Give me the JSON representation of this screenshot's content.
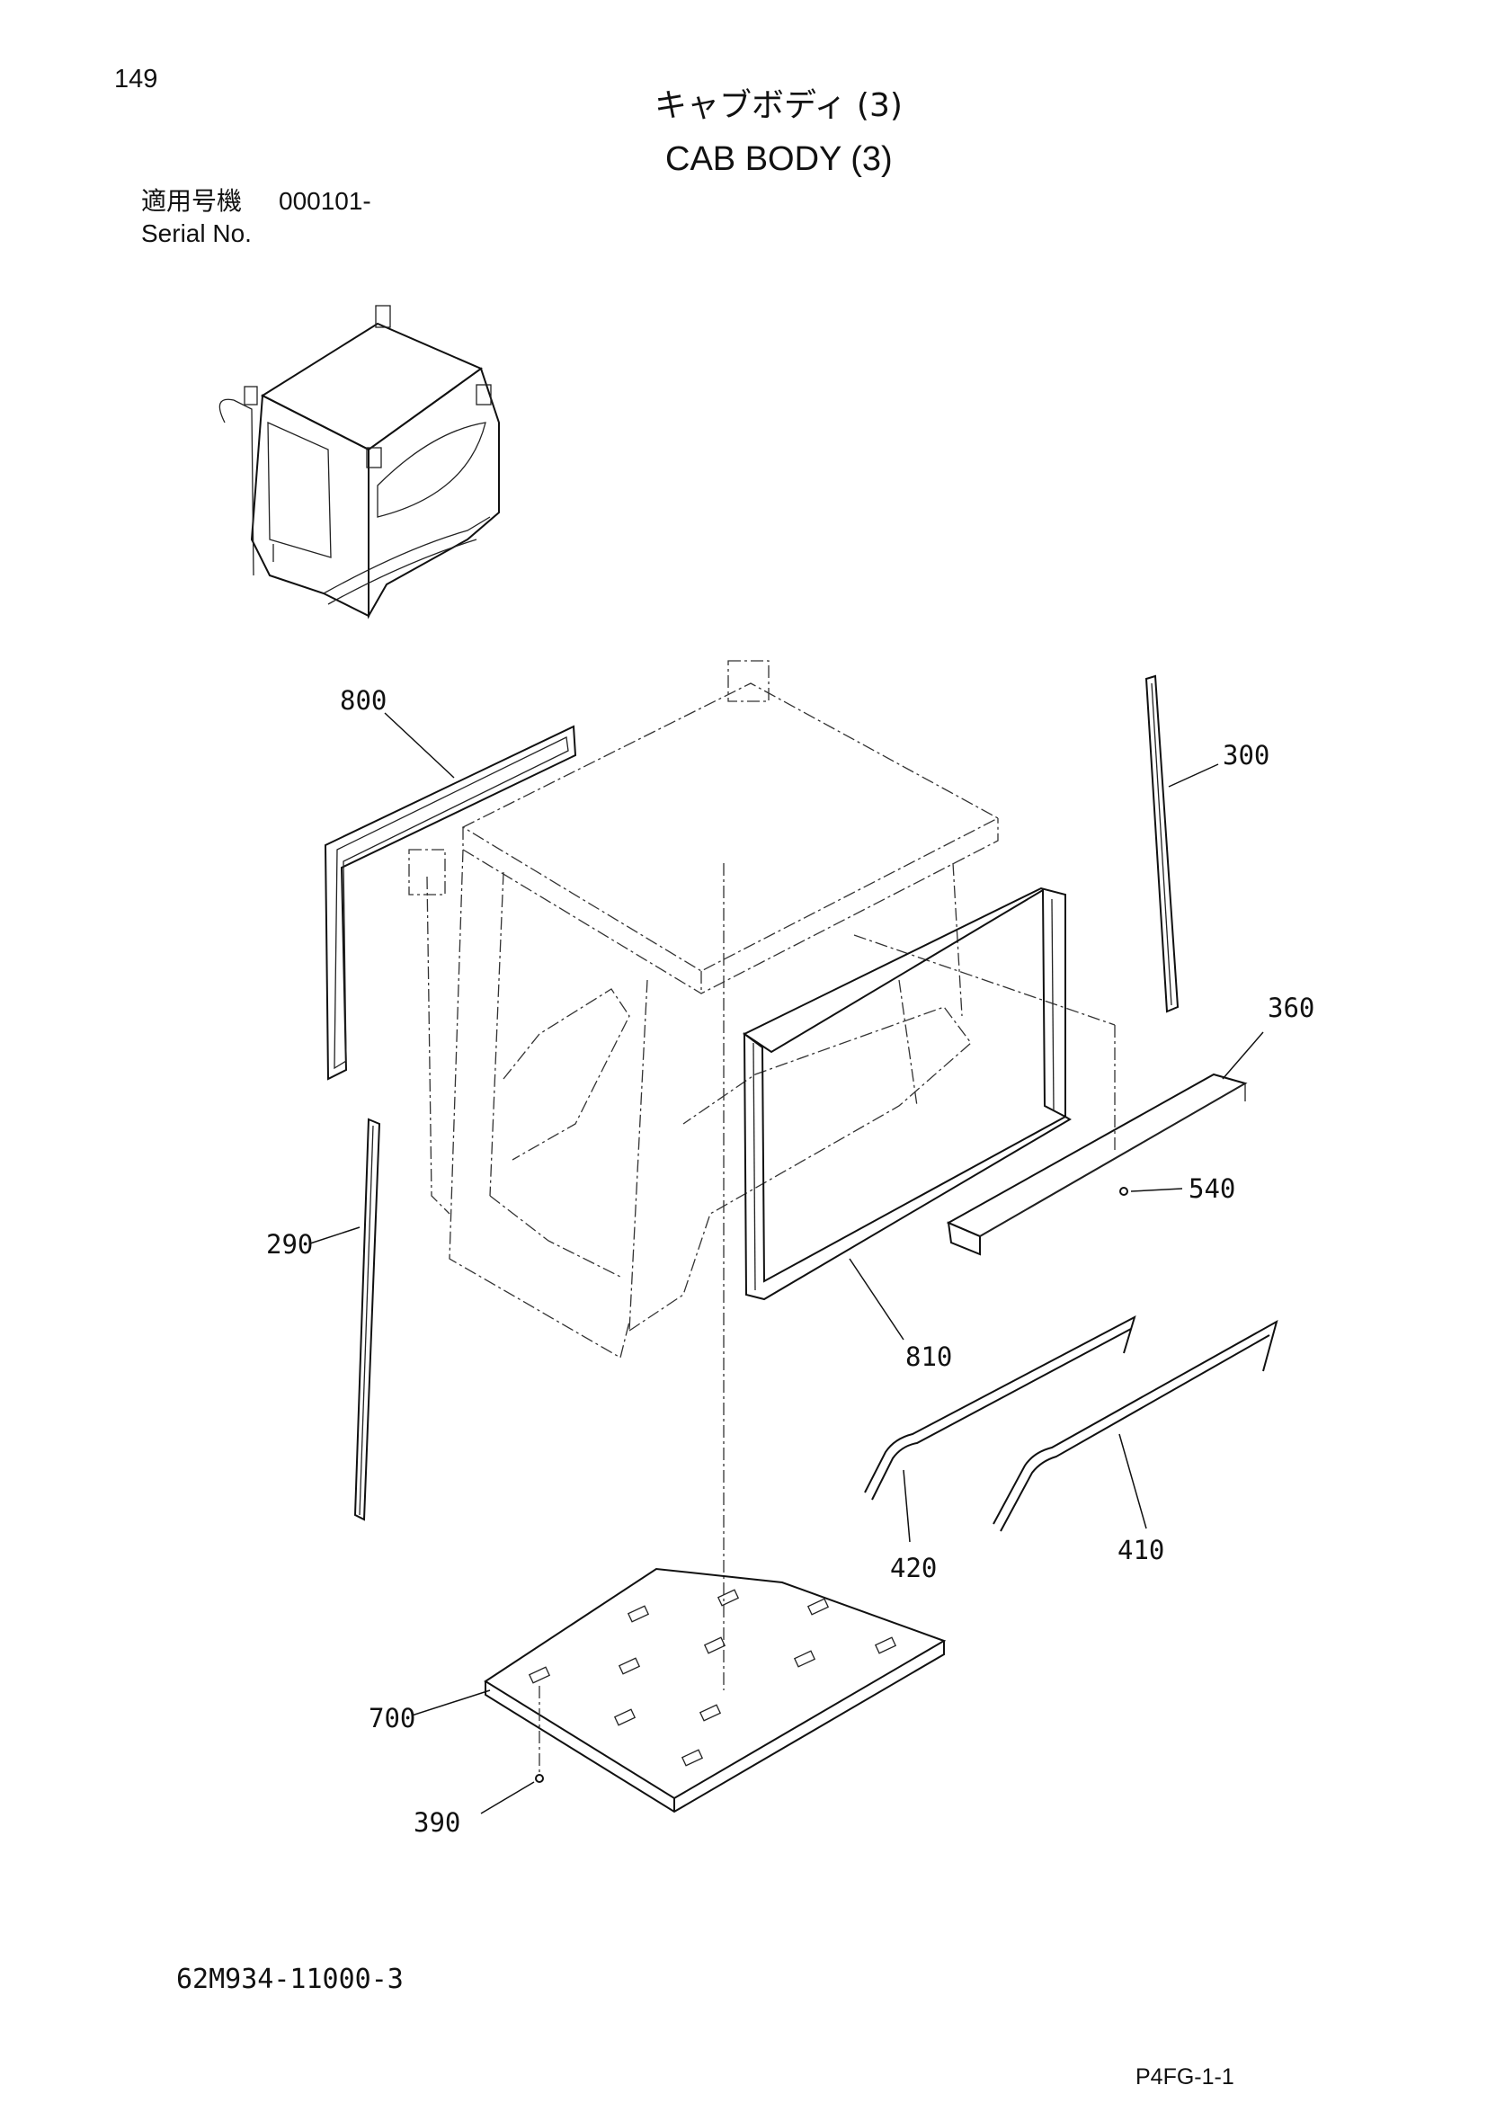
{
  "header": {
    "page_number": "149",
    "title_jp": "キャブボディ (3)",
    "title_en": "CAB BODY (3)",
    "serial_label_jp": "適用号機",
    "serial_value": "000101-",
    "serial_label_en": "Serial No."
  },
  "callouts": {
    "p800": "800",
    "p300": "300",
    "p360": "360",
    "p540": "540",
    "p290": "290",
    "p810": "810",
    "p420": "420",
    "p410": "410",
    "p700": "700",
    "p390": "390"
  },
  "footer": {
    "drawing_code": "62M934-11000-3",
    "page_code": "P4FG-1-1"
  }
}
